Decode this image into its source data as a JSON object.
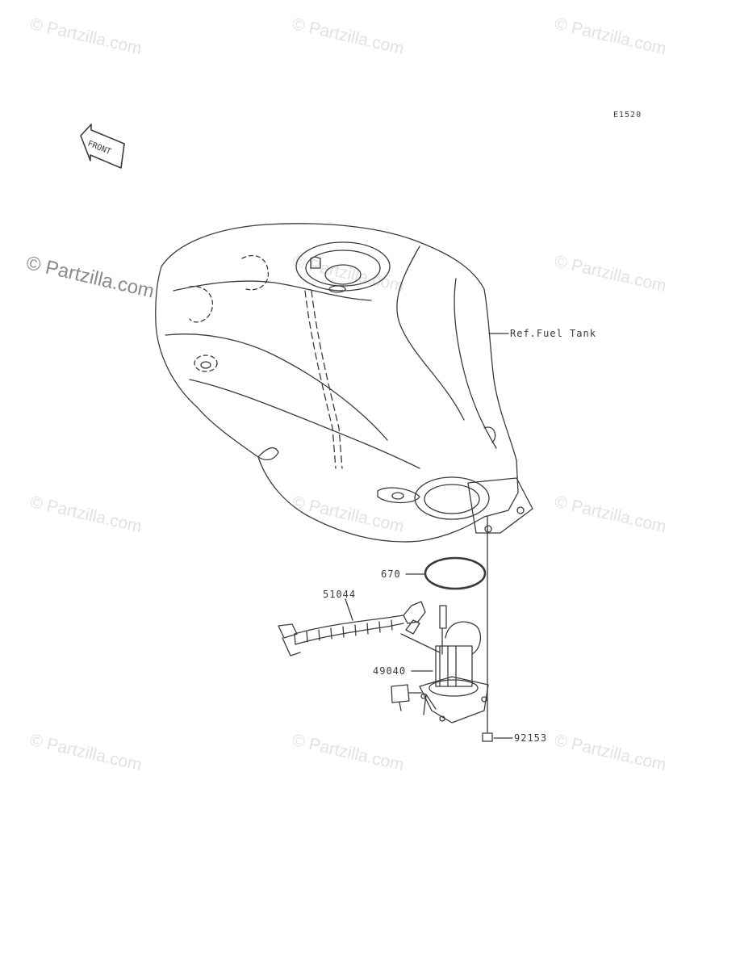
{
  "diagram_code": "E1520",
  "front_label": "FRONT",
  "watermark": "© Partzilla.com",
  "callouts": {
    "ref_fuel_tank": "Ref.Fuel Tank",
    "part_670": "670",
    "part_51044": "51044",
    "part_49040": "49040",
    "part_92153": "92153"
  },
  "colors": {
    "line": "#3a3a3a",
    "watermark": "#e2e2e2"
  }
}
